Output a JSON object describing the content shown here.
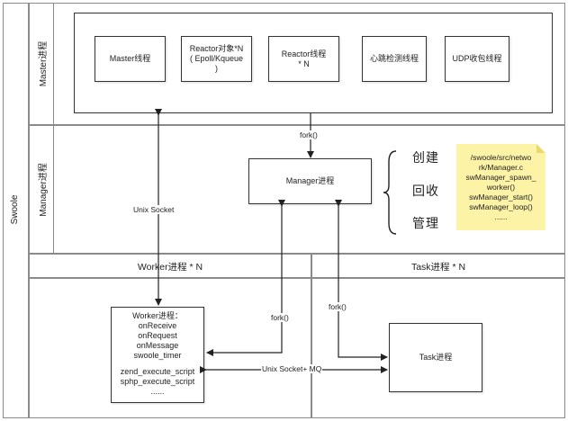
{
  "swoole_label": "Swoole",
  "master": {
    "label": "Master进程",
    "boxes": [
      "Master线程",
      "Reactor对象*N\n( Epoll/Kqueue\n)",
      "Reactor线程\n* N",
      "心跳检测线程",
      "UDP收包线程"
    ]
  },
  "manager": {
    "label": "Manager进程",
    "box": "Manager进程",
    "actions": [
      "创建",
      "回收",
      "管理"
    ],
    "note": [
      "/swoole/src/netwo",
      "rk/Manager.c",
      "swManager_spawn_",
      "worker()",
      "swManager_start()",
      "swManager_loop()",
      "......"
    ]
  },
  "worker_header": "Worker进程 * N",
  "task_header": "Task进程 * N",
  "worker_box": {
    "lines": [
      "Worker进程：",
      "onReceive",
      "onRequest",
      "onMessage",
      "swoole_timer",
      "",
      "zend_execute_script",
      "sphp_execute_script",
      "......"
    ]
  },
  "task_box": "Task进程",
  "edges": {
    "fork_master": "fork()",
    "unix_socket": "Unix Socket",
    "fork_worker": "fork()",
    "fork_task": "fork()",
    "unix_socket_mq": "Unix Socket+ MQ"
  },
  "colors": {
    "note": "#fdf3a6",
    "line": "#222222",
    "frame": "#8a8a8a"
  }
}
